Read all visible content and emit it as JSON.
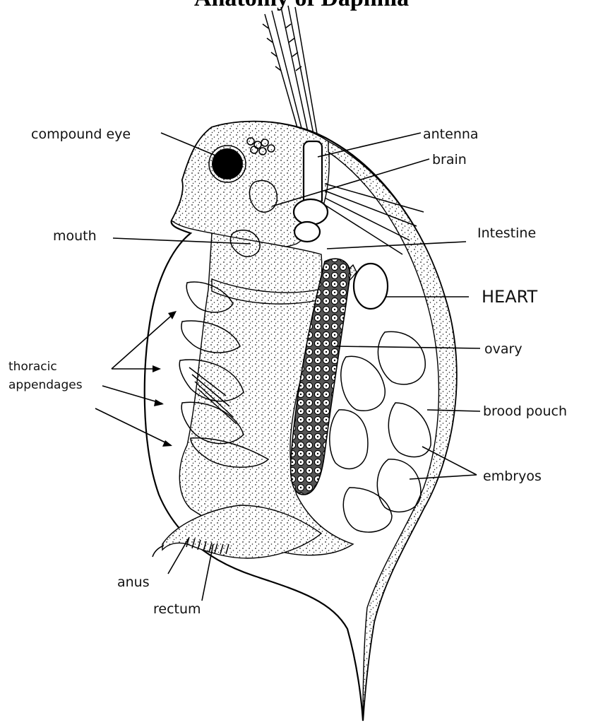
{
  "title": "Anatomy of Daphnia",
  "labels": {
    "compound_eye": "compound eye",
    "antenna": "antenna",
    "brain": "brain",
    "mouth": "mouth",
    "intestine": "Intestine",
    "heart": "HEART",
    "thoracic_1": "thoracic",
    "thoracic_2": "appendages",
    "ovary": "ovary",
    "brood_pouch": "brood pouch",
    "embryos": "embryos",
    "anus": "anus",
    "rectum": "rectum"
  }
}
